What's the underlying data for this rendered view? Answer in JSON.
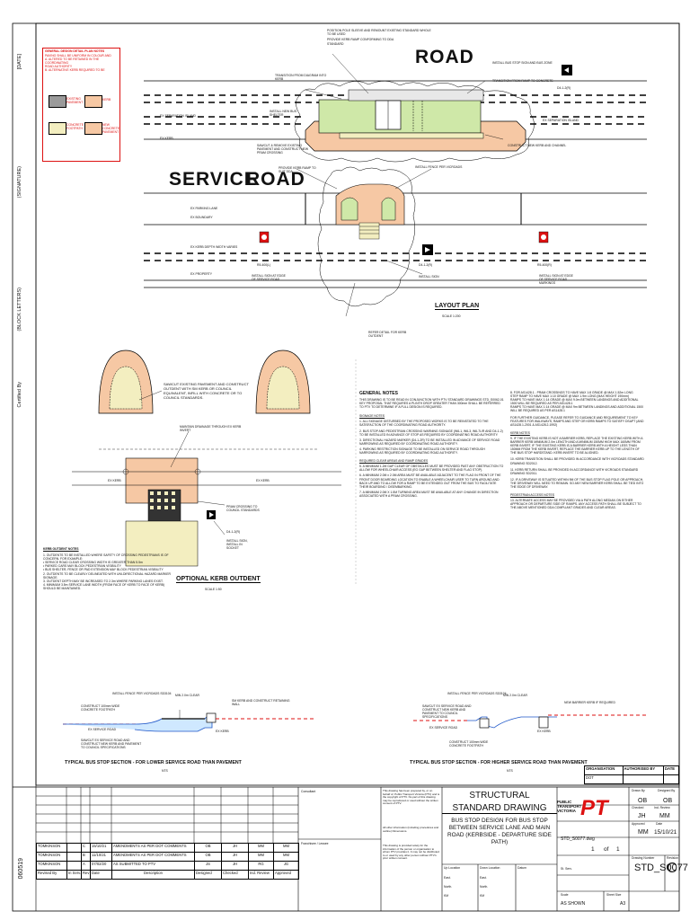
{
  "sheet": {
    "side_labels": [
      "[DATE]",
      "(SIGNATURE)",
      "(BLOCK LETTERS)",
      "Certified By"
    ],
    "file_id": "060519"
  },
  "legend": {
    "title": "GENERAL DESIGN DETAIL PLAN NOTES",
    "lines": [
      "PAVING SHALL BE UNIFORM IN COLOUR AND",
      "A. ALTERED TO BE RETAINED IN THE COORDINATING",
      "ROAD AUTHORITY",
      "B. ALTERNATIVE KERB REQUIRED TO BE"
    ],
    "items": [
      {
        "label": "EXISTING PAVEMENT",
        "color": "#9a9a9a"
      },
      {
        "label": "KERB",
        "color": "#f6c8a4"
      },
      {
        "label": "CONCRETE FOOTPATH",
        "color": "#f3eec0"
      },
      {
        "label": "NEW CONCRETE PAVEMENT",
        "color": "#f6c8a4"
      }
    ]
  },
  "plan": {
    "road_top": "ROAD",
    "service": "SERVICE",
    "road_mid": "ROAD",
    "title": "LAYOUT PLAN",
    "scale": "SCALE 1:200",
    "left_labels": [
      "EX SEPARATION ISLAND",
      "EX KERB",
      "EX PARKING LANE",
      "EX BOUNDARY",
      "EX KERB DEPTH WIDTH VARIES",
      "EX PROPERTY"
    ],
    "signs": [
      {
        "code": "R5-400(L)"
      },
      {
        "code": "R5-400(R)"
      }
    ],
    "sign_arrows": [
      "D4-1-2(R)",
      "D4-1-2(R)",
      "D4-1-2(R)"
    ],
    "callouts_top": [
      "POSITION POLE SLEEVE AND REMOUNT EXISTING STANDARD WHOLE TO BE USED",
      "PROVIDE KERB RAMP CONFORMING TO DDA",
      "STANDARD",
      "TRANSITION FROM DIAGRAM INTO KERB",
      "INSTALL BUS STOP SIGN AND BUS ZONE",
      "TRANSITION FROM RAMP TO CONCRETE",
      "INSTALL NEW BUS SHELTER",
      "EX SEPARATION ISLAND"
    ],
    "callouts_bottom": [
      "SAWCUT & REMOVE EXISTING PAVEMENT AND CONSTRUCT NEW PRAM CROSSING",
      "PROVIDE KERB RAMP TO SUIT DDA",
      "INSTALL FENCE PER VICROADS",
      "CONSTRUCT NEW KERB AND CHANNEL",
      "INSTALL SIGN",
      "INSTALL SIGN AT EDGE OF SERVICE ROAD",
      "REFER DETAIL FOR KERB OUTDENT",
      "INSTALL SIGN AT EDGE OF SERVICE ROAD MARKINGS"
    ]
  },
  "kerb_outdent": {
    "title": "OPTIONAL KERB OUTDENT",
    "scale": "SCALE 1:50",
    "callouts": [
      "SAWCUT EXISTING PAVEMENT AND CONSTRUCT OUTDENT WITH SM KERB OR COUNCIL EQUIVALENT, INFILL WITH CONCRETE OR TO COUNCIL STANDARDS.",
      "MAINTAIN DRAINAGE THROUGH EX KERB INVERT",
      "PRAM CROSSING TO COUNCIL STANDARDS",
      "D4-1-2(R)",
      "INSTALL SIGN, INSTALL IN SOCKET",
      "EX KERB",
      "EX KERB"
    ]
  },
  "outdent_notes": {
    "title": "KERB OUTDENT NOTES",
    "items": [
      "1. OUTDENTS TO BE INSTALLED WHERE SAFETY OF CROSSING PEDESTRIANS IS OF CONCERN. FOR EXAMPLE:",
      "   • SERVICE ROAD CLEAR CROSSING WIDTH IS GREATER THAN 5.5m",
      "   • PARKED CARS MAY BLOCK PEDESTRIAN VISIBILITY",
      "   • BUS SHELTER, FENCE OR PAD EXTENSION MAY BLOCK PEDESTRIAN VISIBILITY",
      "2. OUTDENTS TO BE CLEARLY DELINEATED WITH UNI-DIRECTIONAL HAZARD MARKER SIGNAGE.",
      "3. OUTDENT DEPTH MAY BE INCREASED TO 2.3m WHERE PARKING LANES EXIST.",
      "4. MINIMUM 3.5m SERVICE LANE WIDTH (FROM FACE OF KERB TO FACE OF KERB) SHOULD BE MAINTAINED."
    ]
  },
  "general_notes": {
    "title": "GENERAL NOTES",
    "intro": "THIS DRAWING IS TO BE READ IN CONJUNCTION WITH PTV STANDARD DRAWINGS STD_S0062-01 KEY PROPOSAL THAT REQUIRES A PLINTH DROP GREATER THAN 300mm SHALL BE REFERRED TO PTV TO DETERMINE IF A FULL DESIGN IS REQUIRED.",
    "signage_title": "SIGNAGE NOTES",
    "signage": [
      "1. ALL SIGNAGE DISTURBED BY THE PROPOSED WORKS IS TO BE REINSTATED TO THE SATISFACTION OF THE COORDINATING ROAD AUTHORITY.",
      "2. BUS STOP AND PEDESTRIAN CROSSING WARNING SIGNAGE (W6-1, W6-3, W6-7L/R AND D4-1-2) TO BE INSTALLED IN ADVANCE OF STOP AS REQUIRED BY COORDINATING ROAD AUTHORITY.",
      "3. DIRECTIONAL HAZARD MARKER (D4-1-2R) TO BE INSTALLED IN ADVANCE OF SERVICE ROAD NARROWING AS REQUIRED BY COORDINATING ROAD AUTHORITY.",
      "4. PARKING RESTRICTION SIGNAGE TO BE INSTALLED ON SERVICE ROAD THROUGH NARROWING AS REQUIRED BY COORDINATING ROAD AUTHORITY."
    ],
    "clear_title": "REQUIRED CLEAR AREAS AND RAMP GRADES",
    "clear": [
      "5. A MINIMUM 1.2M GAP CLEAR OF OBSTACLES MUST BE PROVIDED PAST ANY OBSTRUCTION TO ALLOW FOR WHEELCHAIR ACCESS (EG GAP BETWEEN SHELTER AND FLAG STOP).",
      "6. A MINIMUM 2.0M x 2.0M AREA MUST BE AVAILABLE ADJACENT TO THE FLAG IN FRONT OF THE FRONT DOOR BOARDING LOCATION TO ENABLE A WHEELCHAIR USER TO TURN AROUND AND BACK UP AND TO ALLOW FOR A RAMP TO BE EXTENDED OUT FROM THE BUS TO FACILITATE THEIR BOARDING / DISEMBARKING.",
      "7. A MINIMUM 2.0M X 1.5M TURNING AREA MUST BE AVAILABLE AT ANY CHANGE IN DIRECTION ASSOCIATED WITH A PRAM CROSSING."
    ],
    "right": [
      "8. FOR AS1428.1 - PRAM CROSSINGS TO HAVE MAX 1:8 GRADE @ MAX 1.52m LONG",
      "STEP RAMP TO HAVE MAX 1:10 GRADE @ MAX 1.9m LONG (MAX HEIGHT 190mm)",
      "RAMPS TO HAVE MAX 1:14 GRADE @ MAX 9.0m BETWEEN LANDINGS AND ADDITIONAL 1500 WILL BE REQUIRED AS PER AS1428.1",
      "RAMPS TO HAVE MAX 1:14 GRADE @ MAX 9m BETWEEN LANDINGS AND ADDITIONAL 1500 WILL BE REQUIRED AS PER AS1428.1",
      "FOR FURTHER GUIDANCE, PLEASE REFER TO GUIDANCE AND REQUIREMENT TO KEY FEATURES FOR WALKWAYS, RAMPS AND STEP OR KERB RAMPS TO SATISFY DSAPT (AND AS1428.1-2001 & AS1428.2-1992)"
    ],
    "kerb_title": "KERB NOTES",
    "kerb": [
      "9. IF THE EXISTING KERB IS NOT A BARRIER KERB, REPLACE THE EXISTING KERB WITH A BARRIER KERB MINIMUM 2.0m LENGTH AND A MINIMUM 150MM HIGH MAX 160MM FROM KERB INVERT. IF THE EXISTING KERB IS A BARRIER KERB WITH A HEIGHT LESS THAN 150MM FROM THE KERB INVERT, REPLACE THE BARRIER KERB UP TO THE LENGTH OF THE BUS STOP HARDSTAND. KERB INVERT TO BE ALIGNED.",
      "10. KERB TRANSITION SHALL BE PROVIDED IN ACCORDANCE WITH VICROADS STANDARD DRAWING SD2012.",
      "11. KERB RETURN SHALL BE PROVIDED IN ACCORDANCE WITH VICROADS STANDARD DRAWING SD2011.",
      "12. IF A DRIVEWAY IS SITUATED WITHIN 9M OF THE BUS STOP FLAG POLE OR APPROACH, THE DRIVEWAY WILL NEED TO REMAIN. SO ANY NEW BARRIER KERB SHALL BE TIED INTO THE EDGE OF DRIVEWAY."
    ],
    "ped_title": "PEDESTRIAN ACCESS NOTES",
    "ped": [
      "13. ALTERNATE ACCESS MAY BE PROVIDED VIA A PATH ALONG MEDIAN ON EITHER APPROACH OR DEPARTURE SIDE OF RAMPS. ANY ACCESS PATH SHALL BE SUBJECT TO THE ABOVE MENTIONED DDA COMPLIANT GRADES AND CLEAR AREAS."
    ]
  },
  "sections": [
    {
      "title": "TYPICAL BUS STOP SECTION - FOR LOWER SERVICE ROAD THAN PAVEMENT",
      "scale": "NTS",
      "labels": [
        "INSTALL FENCE PER VICROADS SD3104",
        "MIN 2.0m CLEAR",
        "CONSTRUCT 100mm WIDE CONCRETE FOOTPATH",
        "EX SERVICE ROAD",
        "SAWCUT EX SERVICE ROAD AND CONSTRUCT NEW KERB AND PAVEMENT TO COUNCIL SPECIFICATIONS",
        "EX KERB",
        "SM KERB AND CONSTRUCT RETAINING WALL"
      ]
    },
    {
      "title": "TYPICAL BUS STOP SECTION - FOR HIGHER SERVICE ROAD THAN PAVEMENT",
      "scale": "NTS",
      "labels": [
        "INSTALL FENCE PER VICROADS SD3104",
        "MIN 2.0m CLEAR",
        "SAWCUT EX SERVICE ROAD AND CONSTRUCT NEW KERB AND PAVEMENT TO COUNCIL SPECIFICATIONS",
        "EX SERVICE ROAD",
        "EX KERB",
        "CONSTRUCT 100mm WIDE CONCRETE FOOTPATH",
        "NEW BARRIER KERB IF REQUIRED"
      ]
    }
  ],
  "title_block": {
    "consultant_label": "Consultant",
    "franchisee_label": "Franchisee / Lessee",
    "disclaimer": "This drawing has been prepared by, or on behalf of, Public Transport Victoria (PTV) and is the copyright of PTV. No part of this drawing may be reproduced or used without the written consent of PTV.",
    "disclaimer2": "All other information (including procedures and outline) Dimensions.",
    "disclaimer3": "This drawing is provided solely for the information of the person or organisation to whom PTV provides it. It may not be distributed to or used by any other person without PTV's prior written consent.",
    "heading1": "STRUCTURAL",
    "heading2": "STANDARD DRAWING",
    "desc": "BUS STOP DESIGN FOR BUS STOP BETWEEN SERVICE LANE AND MAIN ROAD (KERBSIDE - DEPARTURE SIDE PATH)",
    "logo_text": [
      "PUBLIC",
      "TRANSPORT",
      "VICTORIA"
    ],
    "logo_mark": "PT",
    "org_headers": [
      "ORGANISATION",
      "AUTHORISED BY",
      "DATE"
    ],
    "org_row": [
      "DOT",
      "",
      ""
    ],
    "drawn_by": "Drawn By",
    "drawn_val": "OB",
    "designed_by": "Designed By",
    "designed_val": "OB",
    "checked": "Checked",
    "checked_val": "JH",
    "ind_review": "Ind. Review",
    "ind_review_val": "MM",
    "approved": "Approved",
    "approved_val": "MM",
    "date": "Date",
    "date_val": "15/10/21",
    "file_label": "STD_S0077.dwg",
    "sheet": "1",
    "sheet_of": "of",
    "sheet_total": "1",
    "drawing_number_label": "Drawing Number",
    "drawing_number": "STD_S0077",
    "revision_label": "Revision",
    "revision": "C",
    "scale_label": "Scale",
    "scale_val": "AS SHOWN",
    "sheet_size_label": "Sheet Size",
    "sheet_size": "A3",
    "up_loc": "Up Location",
    "down_loc": "Down Location",
    "datum": "Datum",
    "east": "East.",
    "north": "North.",
    "km": "KM",
    "sv_label": "St. Serv.",
    "revisions": [
      {
        "name": "TOMKINSON",
        "rev": "C",
        "date": "15/10/21",
        "desc": "AMENDMENTS AS PER DOT COMMENTS",
        "designed": "OB",
        "checked": "JH",
        "review": "MM",
        "approved": "MM"
      },
      {
        "name": "TOMKINSON",
        "rev": "B",
        "date": "11/10/21",
        "desc": "AMENDMENTS AS PER DOT COMMENTS",
        "designed": "OB",
        "checked": "JH",
        "review": "MM",
        "approved": "MM"
      },
      {
        "name": "TOMKINSON",
        "rev": "A",
        "date": "07/02/20",
        "desc": "AS SUBMITTED TO PTV",
        "designed": "JS",
        "checked": "JH",
        "review": "RG",
        "approved": "JG"
      }
    ],
    "rev_headers": [
      "Revised By",
      "In Serv.",
      "Rev",
      "Date",
      "Description",
      "Designed",
      "Checked",
      "Ind. Review",
      "Approved"
    ]
  }
}
